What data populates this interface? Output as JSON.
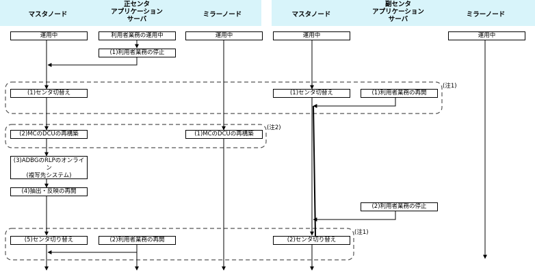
{
  "primary": {
    "headers": {
      "master": "マスタノード",
      "center_line1": "正センタ",
      "center_line2": "アプリケーション",
      "center_line3": "サーバ",
      "mirror": "ミラーノード"
    },
    "boxes": {
      "master_running": "運用中",
      "user_running": "利用者業務の運用中",
      "user_stop": "(1)利用者業務の停止",
      "mirror_running": "運用中",
      "center_switch": "(1)センタ切替え",
      "mc_rebuild_master": "(2)MCのDCUの再構築",
      "mc_rebuild_mirror": "(1)MCのDCUの再構築",
      "adbg_online": "(3)ADBGのRLPのオンライン",
      "adbg_target": "(複写先システム)",
      "extract_resume": "(4)抽出・反映の再開",
      "center_switch_back": "(5)センタ切り替え",
      "user_resume": "(2)利用者業務の再開"
    },
    "notes": {
      "note2": "(注2)"
    }
  },
  "secondary": {
    "headers": {
      "master": "マスタノード",
      "center_line1": "副センタ",
      "center_line2": "アプリケーション",
      "center_line3": "サーバ",
      "mirror": "ミラーノード"
    },
    "boxes": {
      "master_running": "運用中",
      "mirror_running": "運用中",
      "center_switch": "(1)センタ切替え",
      "user_resume": "(1)利用者業務の再開",
      "user_stop": "(2)利用者業務の停止",
      "center_switch_back": "(2)センタ切り替え"
    },
    "notes": {
      "note1_top": "(注1)",
      "note1_bottom": "(注1)"
    }
  }
}
